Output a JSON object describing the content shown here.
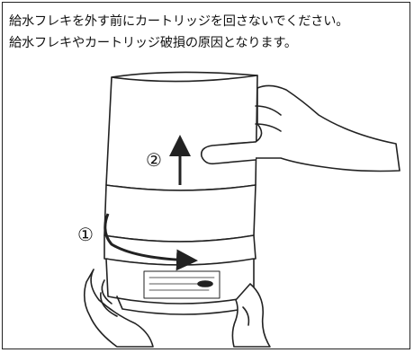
{
  "caption": {
    "line1": "給水フレキを外す前にカートリッジを回さないでください。",
    "line2": "給水フレキやカートリッジ破損の原因となります。"
  },
  "steps": [
    {
      "number": "①",
      "description": "rotate arrow"
    },
    {
      "number": "②",
      "description": "lift up arrow"
    }
  ],
  "colors": {
    "stroke": "#222222",
    "background": "#ffffff"
  }
}
